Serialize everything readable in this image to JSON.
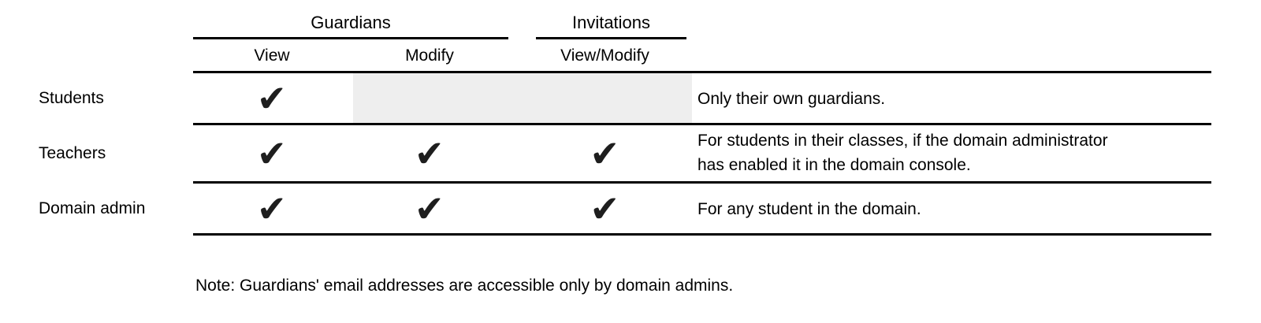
{
  "table": {
    "check_glyph": "✔",
    "column_groups": [
      {
        "label": "Guardians",
        "columns": [
          "View",
          "Modify"
        ]
      },
      {
        "label": "Invitations",
        "columns": [
          "View/Modify"
        ]
      }
    ],
    "sub_columns": {
      "view": "View",
      "modify": "Modify",
      "view_modify": "View/Modify"
    },
    "rows": [
      {
        "role": "Students",
        "permissions": {
          "view": true,
          "modify": false,
          "view_modify": false
        },
        "modify_and_invitations_disabled": true,
        "note": "Only their own guardians."
      },
      {
        "role": "Teachers",
        "permissions": {
          "view": true,
          "modify": true,
          "view_modify": true
        },
        "modify_and_invitations_disabled": false,
        "note": "For students in their classes, if the domain administrator\nhas enabled it in the domain console."
      },
      {
        "role": "Domain admin",
        "permissions": {
          "view": true,
          "modify": true,
          "view_modify": true
        },
        "modify_and_invitations_disabled": false,
        "note": "For any student in the domain."
      }
    ]
  },
  "footnote": "Note: Guardians' email addresses are accessible only by domain admins.",
  "colors": {
    "background": "#ffffff",
    "text": "#000000",
    "grid_line": "#000000",
    "check": "#1e1e1e",
    "disabled_cell_bg": "#eeeeee"
  }
}
